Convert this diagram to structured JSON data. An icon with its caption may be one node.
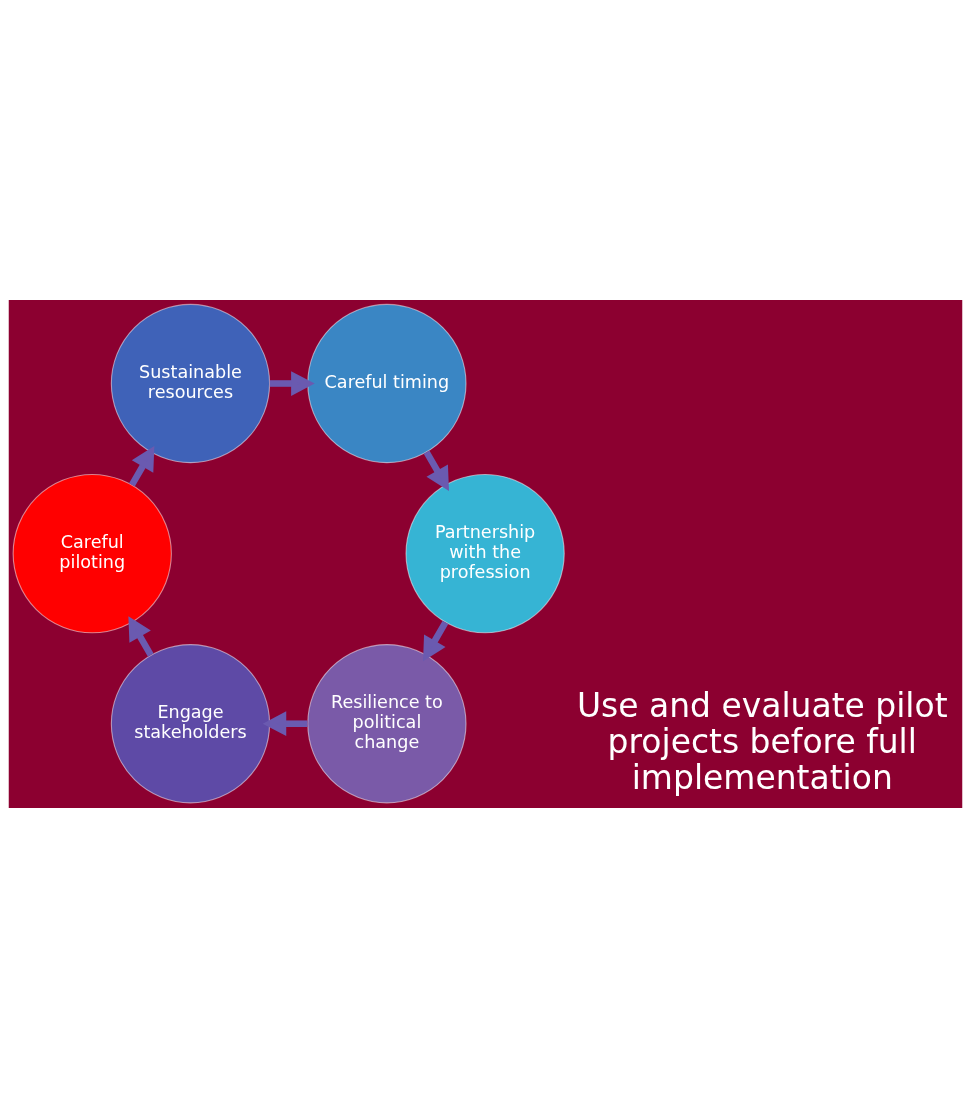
{
  "diagram": {
    "nodes": [
      {
        "text": [
          "Resilience to political change"
        ]
      },
      {
        "text": [
          "Engage stakeholders"
        ]
      },
      {
        "text": [
          "Careful piloting"
        ]
      },
      {
        "text": [
          "Sustainable resources"
        ]
      },
      {
        "text": [
          "Careful timing"
        ]
      },
      {
        "text": [
          "Partnership with the profession"
        ]
      }
    ],
    "edges": [
      {
        "from": 0,
        "to": 1,
        "arrow": "to"
      },
      {
        "from": 1,
        "to": 2,
        "arrow": "to"
      },
      {
        "from": 2,
        "to": 3,
        "arrow": "to"
      },
      {
        "from": 3,
        "to": 4,
        "arrow": "to"
      },
      {
        "from": 4,
        "to": 5,
        "arrow": "to"
      },
      {
        "from": 5,
        "to": 0,
        "arrow": "to"
      }
    ],
    "labels": [
      "Use and evaluate pilot projects before full implementation"
    ]
  }
}
